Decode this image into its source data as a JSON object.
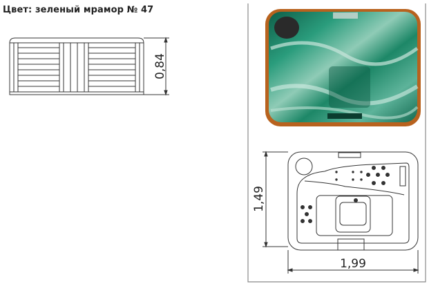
{
  "title": "Цвет: зеленый мрамор № 47",
  "dimensions": {
    "height": "0,84",
    "width": "1,99",
    "depth": "1,49"
  },
  "colors": {
    "marble": "#1f8a6a",
    "wood_rim": "#b8621e",
    "line": "#333333"
  }
}
